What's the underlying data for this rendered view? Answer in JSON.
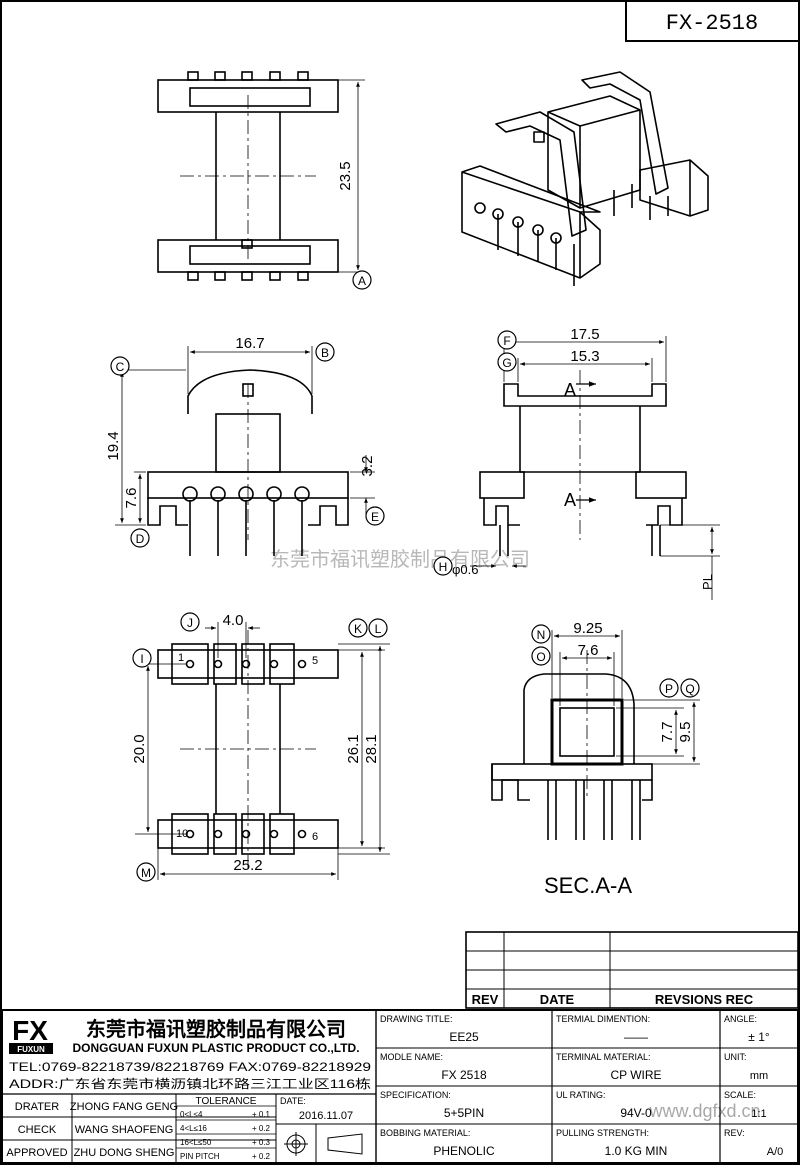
{
  "header": {
    "title": "FX-2518"
  },
  "watermark": {
    "text": "东莞市福讯塑胶制品有限公司",
    "site": "www.dgfxd.cn"
  },
  "views": {
    "top": {
      "dim_height": "23.5",
      "label_a": "A"
    },
    "front": {
      "dim_width": "16.7",
      "dim_height": "19.4",
      "dim_base": "7.6",
      "dim_pin": "3.2",
      "labels": {
        "b": "B",
        "c": "C",
        "d": "D",
        "e": "E"
      }
    },
    "side": {
      "dim_outer": "17.5",
      "dim_inner": "15.3",
      "section_a": "A",
      "pin_dia": "φ0.6",
      "pin_length": "PL",
      "labels": {
        "f": "F",
        "g": "G",
        "h": "H"
      }
    },
    "bottom": {
      "dim_pitch": "4.0",
      "dim_20": "20.0",
      "dim_261": "26.1",
      "dim_281": "28.1",
      "dim_width": "25.2",
      "pins": {
        "p1": "1",
        "p5": "5",
        "p10": "10",
        "p6": "6"
      },
      "labels": {
        "i": "I",
        "j": "J",
        "k": "K",
        "l": "L",
        "m": "M"
      }
    },
    "section": {
      "dim_925": "9.25",
      "dim_76": "7.6",
      "dim_77": "7.7",
      "dim_95": "9.5",
      "caption": "SEC.A-A",
      "labels": {
        "n": "N",
        "o": "O",
        "p": "P",
        "q": "Q"
      }
    }
  },
  "revision_table": {
    "headers": [
      "REV",
      "DATE",
      "REVSIONS REC"
    ]
  },
  "company": {
    "logo": "FX",
    "logo_sub": "FUXUN",
    "name_cn": "东莞市福讯塑胶制品有限公司",
    "name_en": "DONGGUAN FUXUN PLASTIC PRODUCT CO.,LTD.",
    "tel": "TEL:0769-82218739/82218769 FAX:0769-82218929",
    "addr": "ADDR:广东省东莞市横沥镇北环路三江工业区116栋"
  },
  "signoff": [
    {
      "role": "DRATER",
      "name": "ZHONG FANG GENG"
    },
    {
      "role": "CHECK",
      "name": "WANG SHAOFENG"
    },
    {
      "role": "APPROVED",
      "name": "ZHU DONG SHENG"
    }
  ],
  "tolerance": {
    "title": "TOLERANCE",
    "rows": [
      {
        "range": "0<L≤4",
        "value": "+ 0.1"
      },
      {
        "range": "4<L≤16",
        "value": "+ 0.2"
      },
      {
        "range": "16<L≤50",
        "value": "+ 0.3"
      },
      {
        "range": "PIN PITCH",
        "value": "+ 0.2"
      }
    ]
  },
  "date": {
    "label": "DATE:",
    "value": "2016.11.07"
  },
  "info": {
    "drawing_title": {
      "label": "DRAWING TITLE:",
      "value": "EE25"
    },
    "terminal_dimension": {
      "label": "TERMIAL DIMENTION:",
      "value": "——"
    },
    "angle": {
      "label": "ANGLE:",
      "value": "± 1°"
    },
    "model_name": {
      "label": "MODLE NAME:",
      "value": "FX 2518"
    },
    "terminal_material": {
      "label": "TERMINAL MATERIAL:",
      "value": "CP WIRE"
    },
    "unit": {
      "label": "UNIT:",
      "value": "mm"
    },
    "specification": {
      "label": "SPECIFICATION:",
      "value": "5+5PIN"
    },
    "ul_rating": {
      "label": "UL RATING:",
      "value": "94V-0"
    },
    "scale": {
      "label": "SCALE:",
      "value": "1:1"
    },
    "bobbin_material": {
      "label": "BOBBING MATERIAL:",
      "value": "PHENOLIC"
    },
    "pulling_strength": {
      "label": "PULLING STRENGTH:",
      "value": "1.0 KG MIN"
    },
    "rev": {
      "label": "REV:",
      "value": "A/0"
    }
  }
}
